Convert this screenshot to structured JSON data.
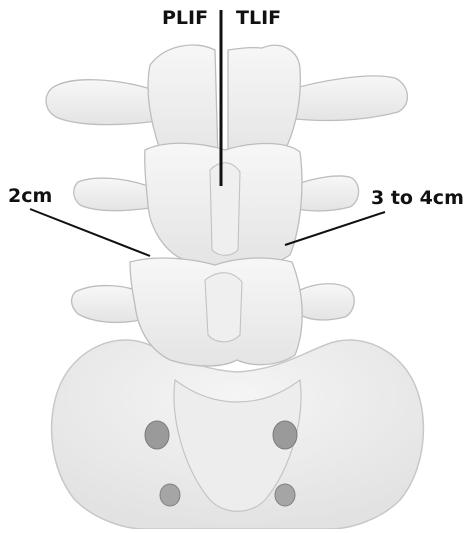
{
  "labels": {
    "plif": "PLIF",
    "tlif": "TLIF",
    "left_distance": "2cm",
    "right_distance": "3 to 4cm"
  },
  "colors": {
    "bone_fill": "#f1f1f1",
    "bone_stroke": "#bdbdbd",
    "bone_shadow": "#d6d6d6",
    "line": "#111111",
    "text": "#111111"
  }
}
